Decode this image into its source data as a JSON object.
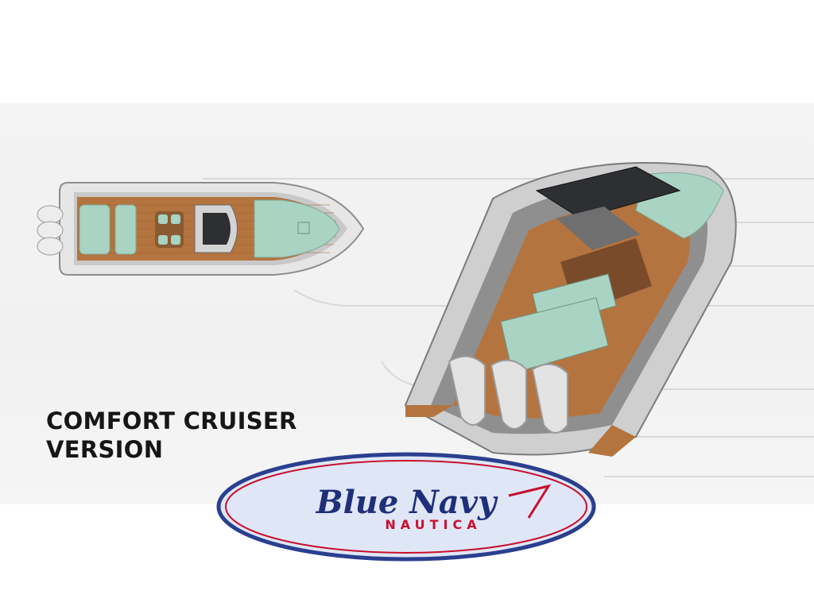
{
  "headline": {
    "line1": "COMFORT CRUISER",
    "line2": "VERSION"
  },
  "logo": {
    "wordmark": "Blue Navy",
    "subtitle": "NAUTICA",
    "colors": {
      "ring_outer": "#2a3f8f",
      "ring_inner": "#c8102e",
      "fill": "#dfe6f6",
      "wordmark": "#1f2f7a",
      "subtitle": "#c8102e"
    }
  },
  "colors": {
    "teak": "#b4743f",
    "cushion": "#a9d3c2",
    "hull": "#d9d9d9",
    "tube": "#e9e9e9",
    "hardtop": "#2d2f33",
    "headline": "#161616"
  },
  "icons": {
    "top_view": "boat-top-view",
    "perspective_view": "boat-perspective-view",
    "logo": "brand-logo"
  }
}
